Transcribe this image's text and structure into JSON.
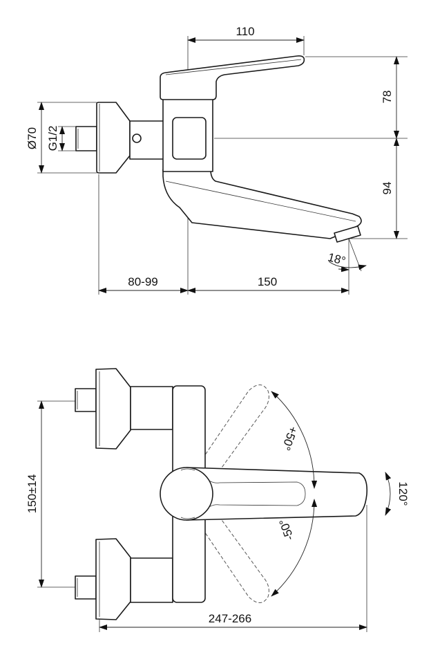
{
  "side_view": {
    "dim_handle_reach": "110",
    "dim_height_upper": "78",
    "dim_height_lower": "94",
    "dim_flange_diameter": "Ø70",
    "dim_thread": "G1/2",
    "dim_wall_offset": "80-99",
    "dim_spout_reach": "150",
    "dim_spout_angle": "18°"
  },
  "top_view": {
    "dim_inlet_spacing": "150±14",
    "dim_total_length": "247-266",
    "dim_rotation_plus": "+50°",
    "dim_rotation_minus": "-50°",
    "dim_rotation_total": "120°"
  }
}
